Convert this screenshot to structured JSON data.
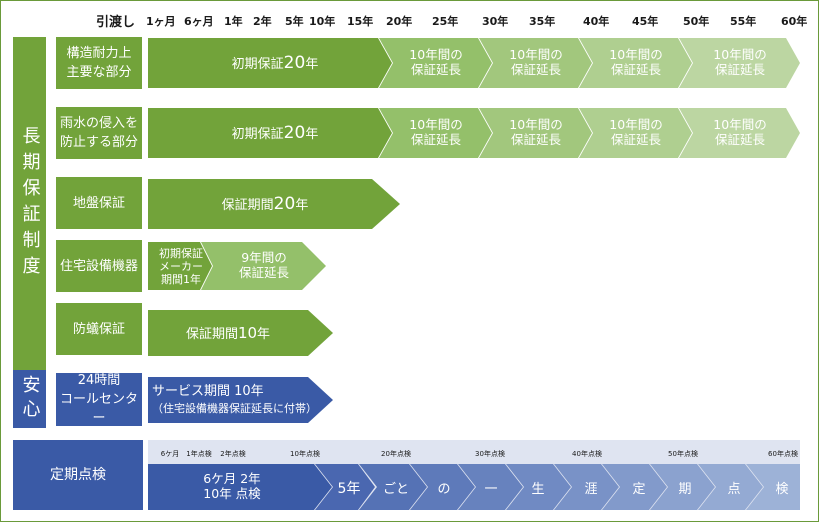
{
  "timeline": {
    "ticks": [
      "引渡し",
      "1ヶ月",
      "6ヶ月",
      "1年",
      "2年",
      "5年",
      "10年",
      "15年",
      "20年",
      "25年",
      "30年",
      "35年",
      "40年",
      "45年",
      "50年",
      "55年",
      "60年"
    ]
  },
  "long_term": {
    "title": "長期保証制度",
    "rows": [
      {
        "label": "構造耐力上\n主要な部分",
        "main_prefix": "初期保証",
        "main_num": "20",
        "main_suffix": "年",
        "extensions": [
          "10年間の\n保証延長",
          "10年間の\n保証延長",
          "10年間の\n保証延長",
          "10年間の\n保証延長"
        ]
      },
      {
        "label": "雨水の侵入を\n防止する部分",
        "main_prefix": "初期保証",
        "main_num": "20",
        "main_suffix": "年",
        "extensions": [
          "10年間の\n保証延長",
          "10年間の\n保証延長",
          "10年間の\n保証延長",
          "10年間の\n保証延長"
        ]
      },
      {
        "label": "地盤保証",
        "main_prefix": "保証期間",
        "main_num": "20",
        "main_suffix": "年"
      },
      {
        "label": "住宅設備機器",
        "initial": "初期保証\nメーカー\n期間1年",
        "extension": "9年間の\n保証延長"
      },
      {
        "label": "防蟻保証",
        "main_prefix": "保証期間",
        "main_num": "10",
        "main_suffix": "年"
      }
    ]
  },
  "anshin": {
    "title": "安心",
    "label": "24時間\nコールセンター",
    "service_line1": "サービス期間 10年",
    "service_line2": "（住宅設備機器保証延長に付帯）"
  },
  "inspection": {
    "title": "定期点検",
    "ticks": [
      "6ケ月",
      "1年点検",
      "2年点検",
      "10年点検",
      "20年点検",
      "30年点検",
      "40年点検",
      "50年点検",
      "60年点検"
    ],
    "initial_line1": "6ケ月  2年",
    "initial_line2": "10年  点検",
    "chars": [
      "5年",
      "ごと",
      "の",
      "一",
      "生",
      "涯",
      "定",
      "期",
      "点",
      "検"
    ]
  },
  "colors": {
    "dark_green": "#72a33a",
    "ext_green_1": "#94c06a",
    "ext_green_2": "#a2c77d",
    "ext_green_3": "#afcf90",
    "ext_green_4": "#bcd6a2",
    "blue": "#3a5aa6",
    "inspect_band": "#dfe4f1"
  }
}
